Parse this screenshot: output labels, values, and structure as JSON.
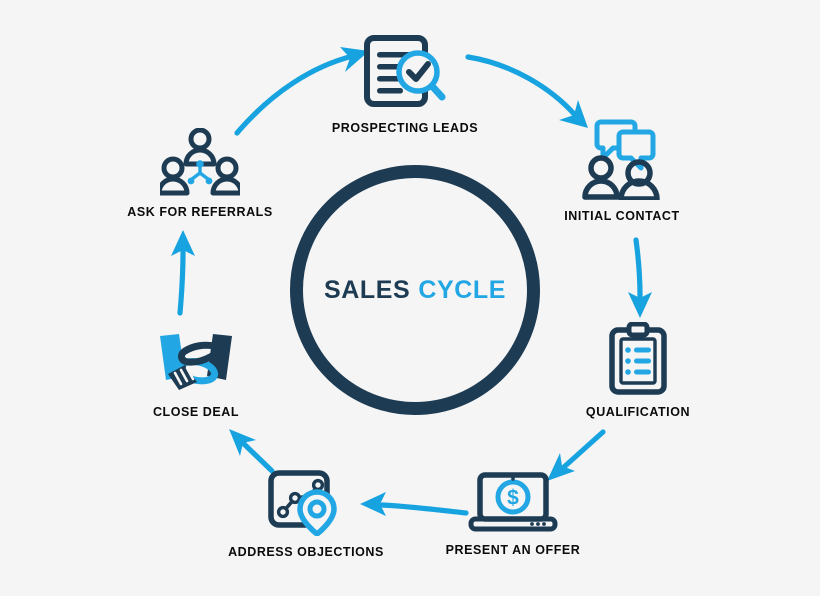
{
  "diagram": {
    "title_primary": "SALES",
    "title_secondary": "CYCLE",
    "background_color": "#f5f5f5",
    "ring_color": "#1d3b53",
    "accent_blue": "#22a7e4",
    "dark_navy": "#1d3b53",
    "label_color": "#0b0b0b",
    "arrow_color": "#17a3e0",
    "steps": [
      {
        "id": "prospecting-leads",
        "label": "PROSPECTING LEADS",
        "icon": "document-magnifier-check-icon",
        "position": "top"
      },
      {
        "id": "initial-contact",
        "label": "INITIAL CONTACT",
        "icon": "two-people-speech-bubbles-icon",
        "position": "top-right"
      },
      {
        "id": "qualification",
        "label": "QUALIFICATION",
        "icon": "clipboard-checklist-icon",
        "position": "right"
      },
      {
        "id": "present-an-offer",
        "label": "PRESENT AN OFFER",
        "icon": "laptop-dollar-icon",
        "position": "bottom-right"
      },
      {
        "id": "address-objections",
        "label": "ADDRESS OBJECTIONS",
        "icon": "map-route-pin-icon",
        "position": "bottom-left"
      },
      {
        "id": "close-deal",
        "label": "CLOSE DEAL",
        "icon": "handshake-icon",
        "position": "left"
      },
      {
        "id": "ask-for-referrals",
        "label": "ASK FOR REFERRALS",
        "icon": "three-people-network-icon",
        "position": "top-left"
      }
    ],
    "arrows": [
      {
        "id": "arrow-referrals-to-prospecting",
        "from": "ask-for-referrals",
        "to": "prospecting-leads",
        "shape": "curve-up-right"
      },
      {
        "id": "arrow-prospecting-to-contact",
        "from": "prospecting-leads",
        "to": "initial-contact",
        "shape": "curve-down-right"
      },
      {
        "id": "arrow-contact-to-qualification",
        "from": "initial-contact",
        "to": "qualification",
        "shape": "vertical-down"
      },
      {
        "id": "arrow-qualification-to-offer",
        "from": "qualification",
        "to": "present-an-offer",
        "shape": "diagonal-down-left"
      },
      {
        "id": "arrow-offer-to-objections",
        "from": "present-an-offer",
        "to": "address-objections",
        "shape": "horizontal-left"
      },
      {
        "id": "arrow-objections-to-close",
        "from": "address-objections",
        "to": "close-deal",
        "shape": "diagonal-up-left"
      },
      {
        "id": "arrow-close-to-referrals",
        "from": "close-deal",
        "to": "ask-for-referrals",
        "shape": "vertical-up"
      }
    ]
  }
}
